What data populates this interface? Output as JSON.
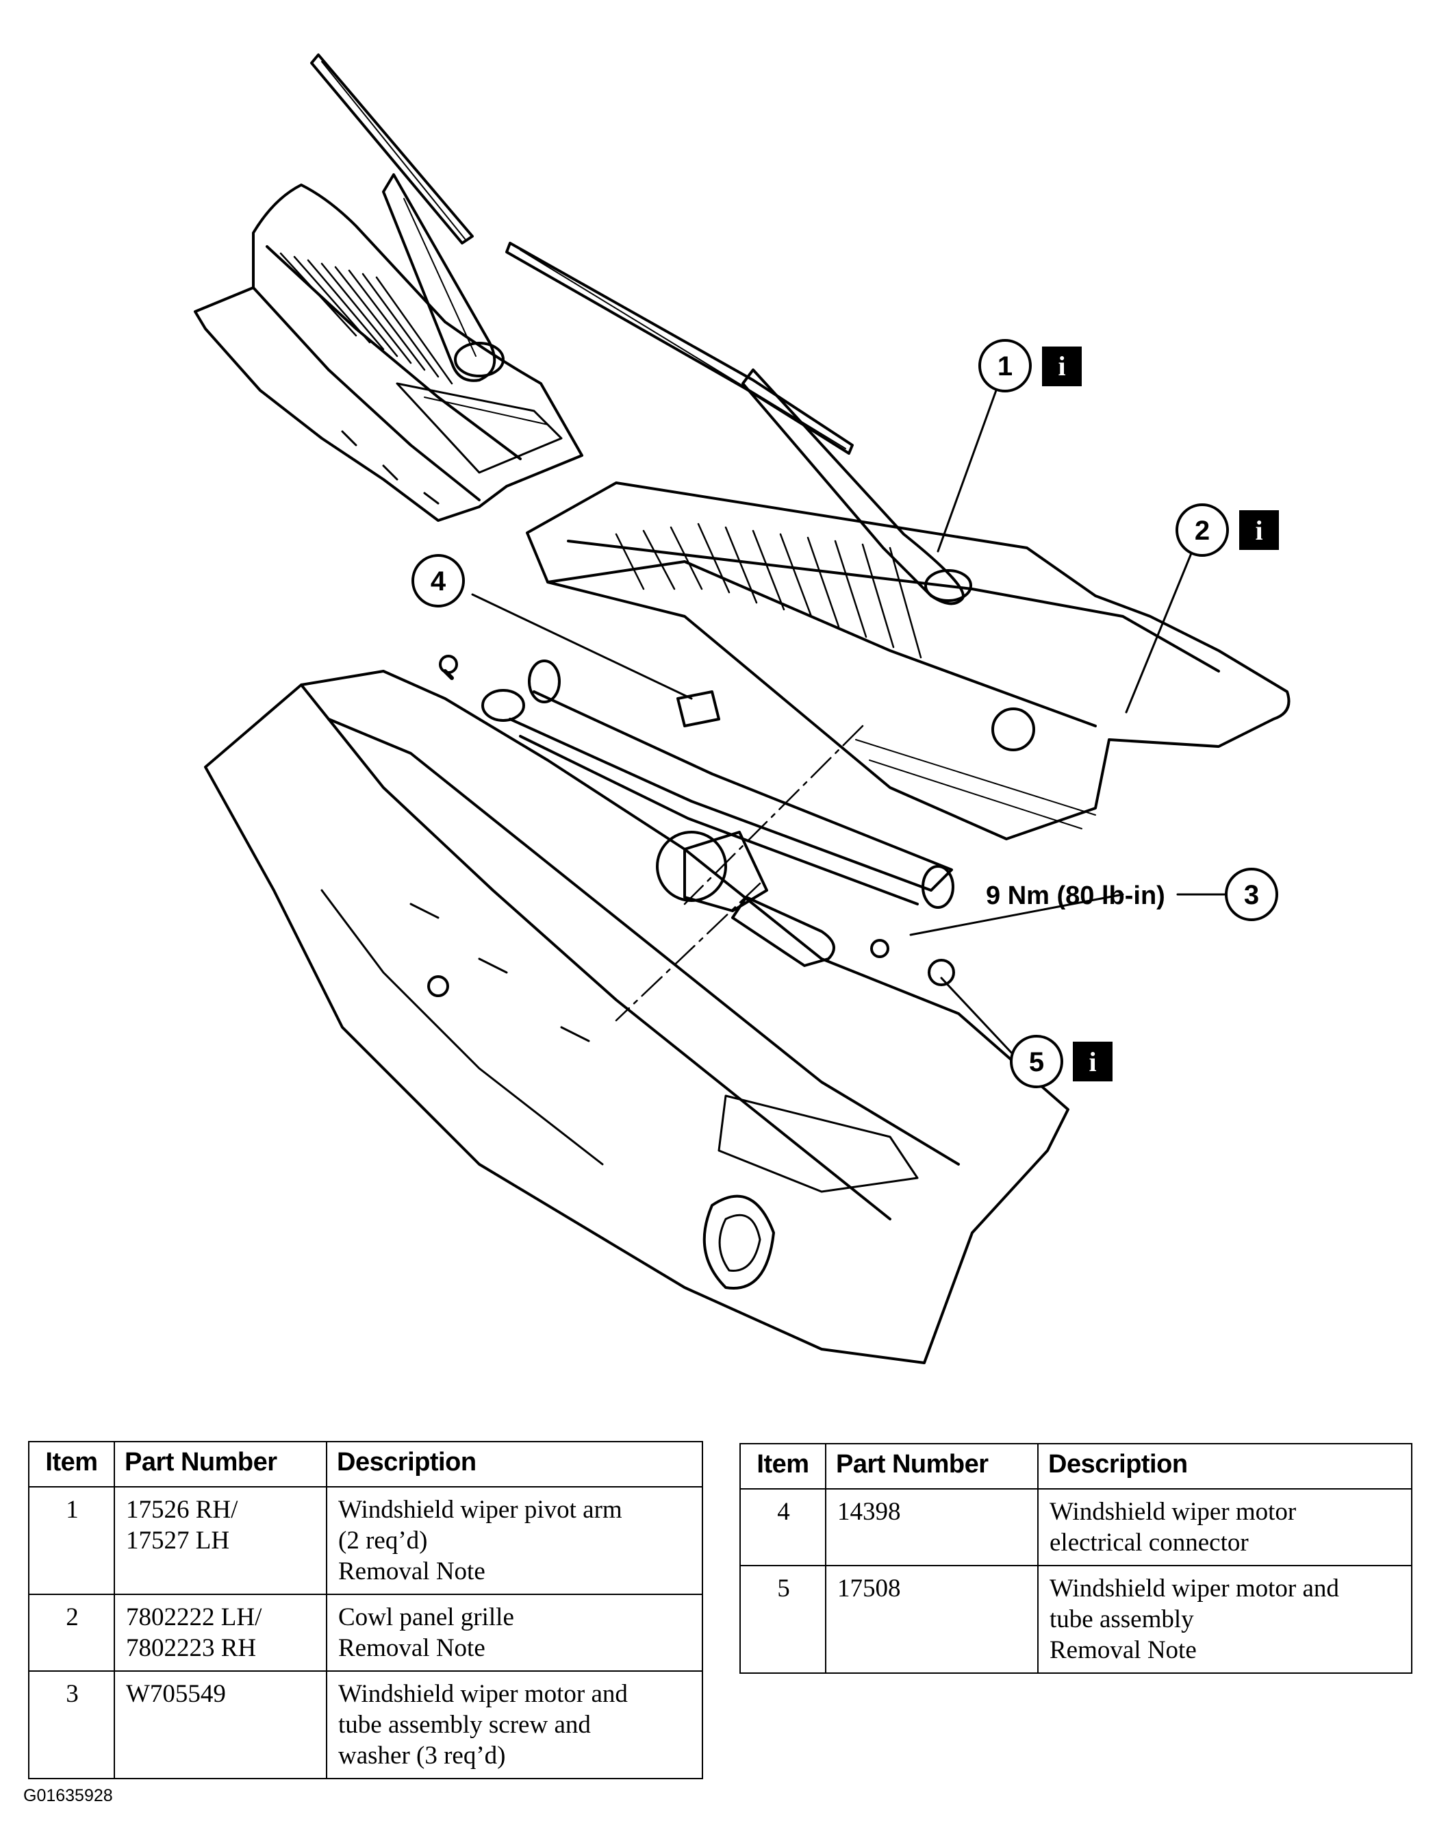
{
  "callouts": [
    {
      "label": "1",
      "info": "i"
    },
    {
      "label": "2",
      "info": "i"
    },
    {
      "label": "3"
    },
    {
      "label": "4"
    },
    {
      "label": "5",
      "info": "i"
    }
  ],
  "torque": "9 Nm (80 lb-in)",
  "table_headers": {
    "item": "Item",
    "part_number": "Part Number",
    "description": "Description"
  },
  "parts_left": [
    {
      "item": "1",
      "part_number": [
        "17526 RH/",
        "17527 LH"
      ],
      "description": [
        "Windshield wiper pivot arm",
        "(2 req’d)",
        "Removal Note"
      ]
    },
    {
      "item": "2",
      "part_number": [
        "7802222 LH/",
        "7802223 RH"
      ],
      "description": [
        "Cowl panel grille",
        "Removal Note"
      ]
    },
    {
      "item": "3",
      "part_number": [
        "W705549"
      ],
      "description": [
        "Windshield wiper motor and",
        "tube assembly screw and",
        "washer (3 req’d)"
      ]
    }
  ],
  "parts_right": [
    {
      "item": "4",
      "part_number": [
        "14398"
      ],
      "description": [
        "Windshield wiper motor",
        "electrical connector"
      ]
    },
    {
      "item": "5",
      "part_number": [
        "17508"
      ],
      "description": [
        "Windshield wiper motor and",
        "tube assembly",
        "Removal Note"
      ]
    }
  ],
  "figure_id": "G01635928"
}
